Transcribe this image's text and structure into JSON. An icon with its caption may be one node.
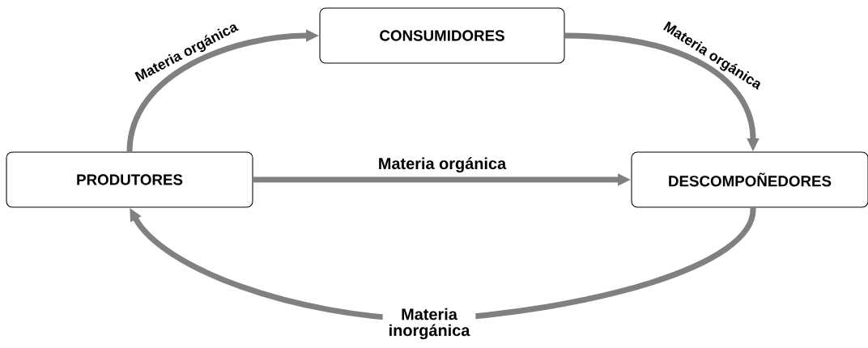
{
  "diagram": {
    "nodes": [
      {
        "text": [
          "CONSUMIDORES"
        ]
      },
      {
        "text": [
          "PRODUTORES"
        ]
      },
      {
        "text": [
          "DESCOMPOÑEDORES"
        ]
      }
    ],
    "edges": [
      {
        "from": 1,
        "to": 0,
        "arrow": "to",
        "label": "Materia orgánica"
      },
      {
        "from": 0,
        "to": 2,
        "arrow": "to",
        "label": "Materia orgánica"
      },
      {
        "from": 1,
        "to": 2,
        "arrow": "to",
        "label": "Materia orgánica"
      },
      {
        "from": 2,
        "to": 1,
        "arrow": "to",
        "label": "Materia inorgánica"
      }
    ]
  }
}
